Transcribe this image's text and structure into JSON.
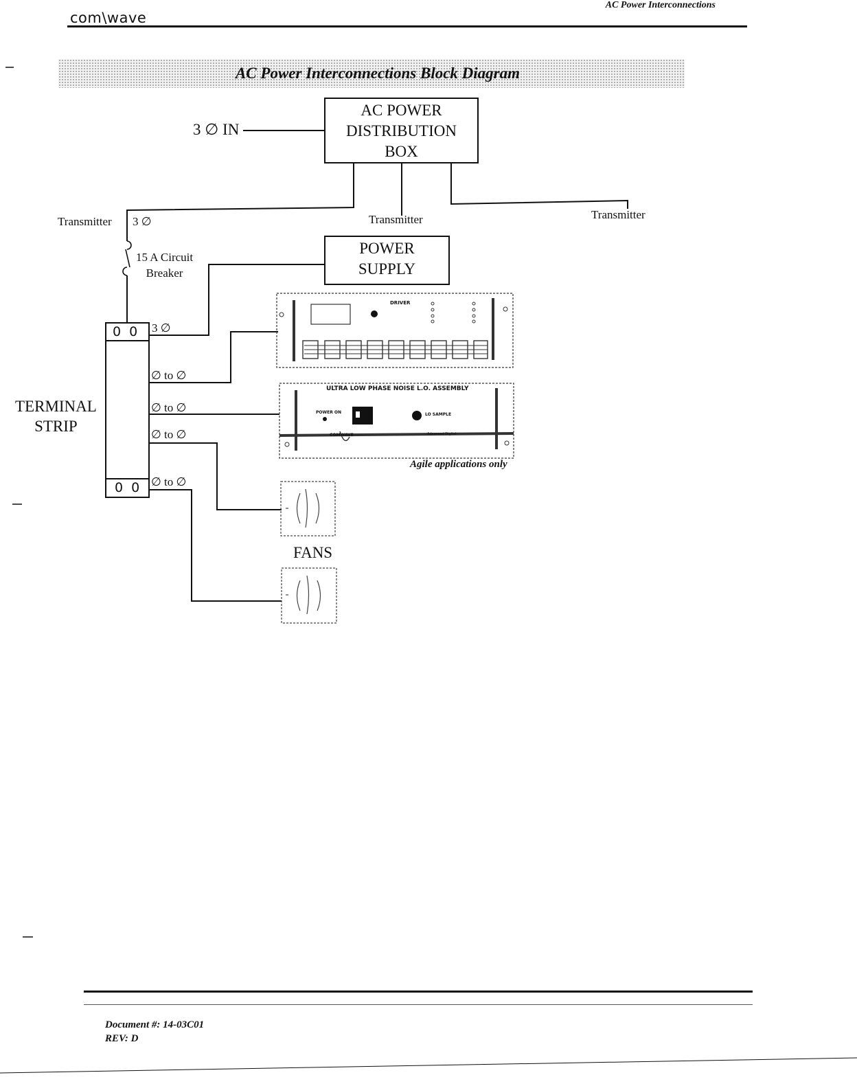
{
  "header": {
    "logo_text": "com\\wave",
    "section_title": "AC Power Interconnections"
  },
  "title": "AC Power Interconnections Block Diagram",
  "diagram": {
    "input_label": "3 ∅ IN",
    "distribution_box": [
      "AC POWER",
      "DISTRIBUTION",
      "BOX"
    ],
    "transmitter_left": "Transmitter",
    "transmitter_center": "Transmitter",
    "transmitter_right": "Transmitter",
    "three_phase_label": "3 ∅",
    "breaker_label": [
      "15 A Circuit",
      "Breaker"
    ],
    "power_supply": [
      "POWER",
      "SUPPLY"
    ],
    "terminal_strip_label": [
      "TERMINAL",
      "STRIP"
    ],
    "terminal_top": "0 0",
    "terminal_bottom": "0 0",
    "strip_outputs": [
      "3 ∅",
      "∅ to ∅",
      "∅ to ∅",
      "∅ to ∅",
      "∅ to ∅"
    ],
    "driver_label": "DRIVER",
    "lo_assembly_label": "ULTRA LOW PHASE NOISE L.O. ASSEMBLY",
    "lo_power_on": "POWER ON",
    "lo_sample": "LO SAMPLE",
    "lo_brand": "COMWAVE",
    "lo_mode": "Advanced Digital",
    "agile_note": "Agile applications only",
    "fans_label": "FANS"
  },
  "footer": {
    "document_number": "Document #: 14-03C01",
    "revision": "REV: D"
  }
}
